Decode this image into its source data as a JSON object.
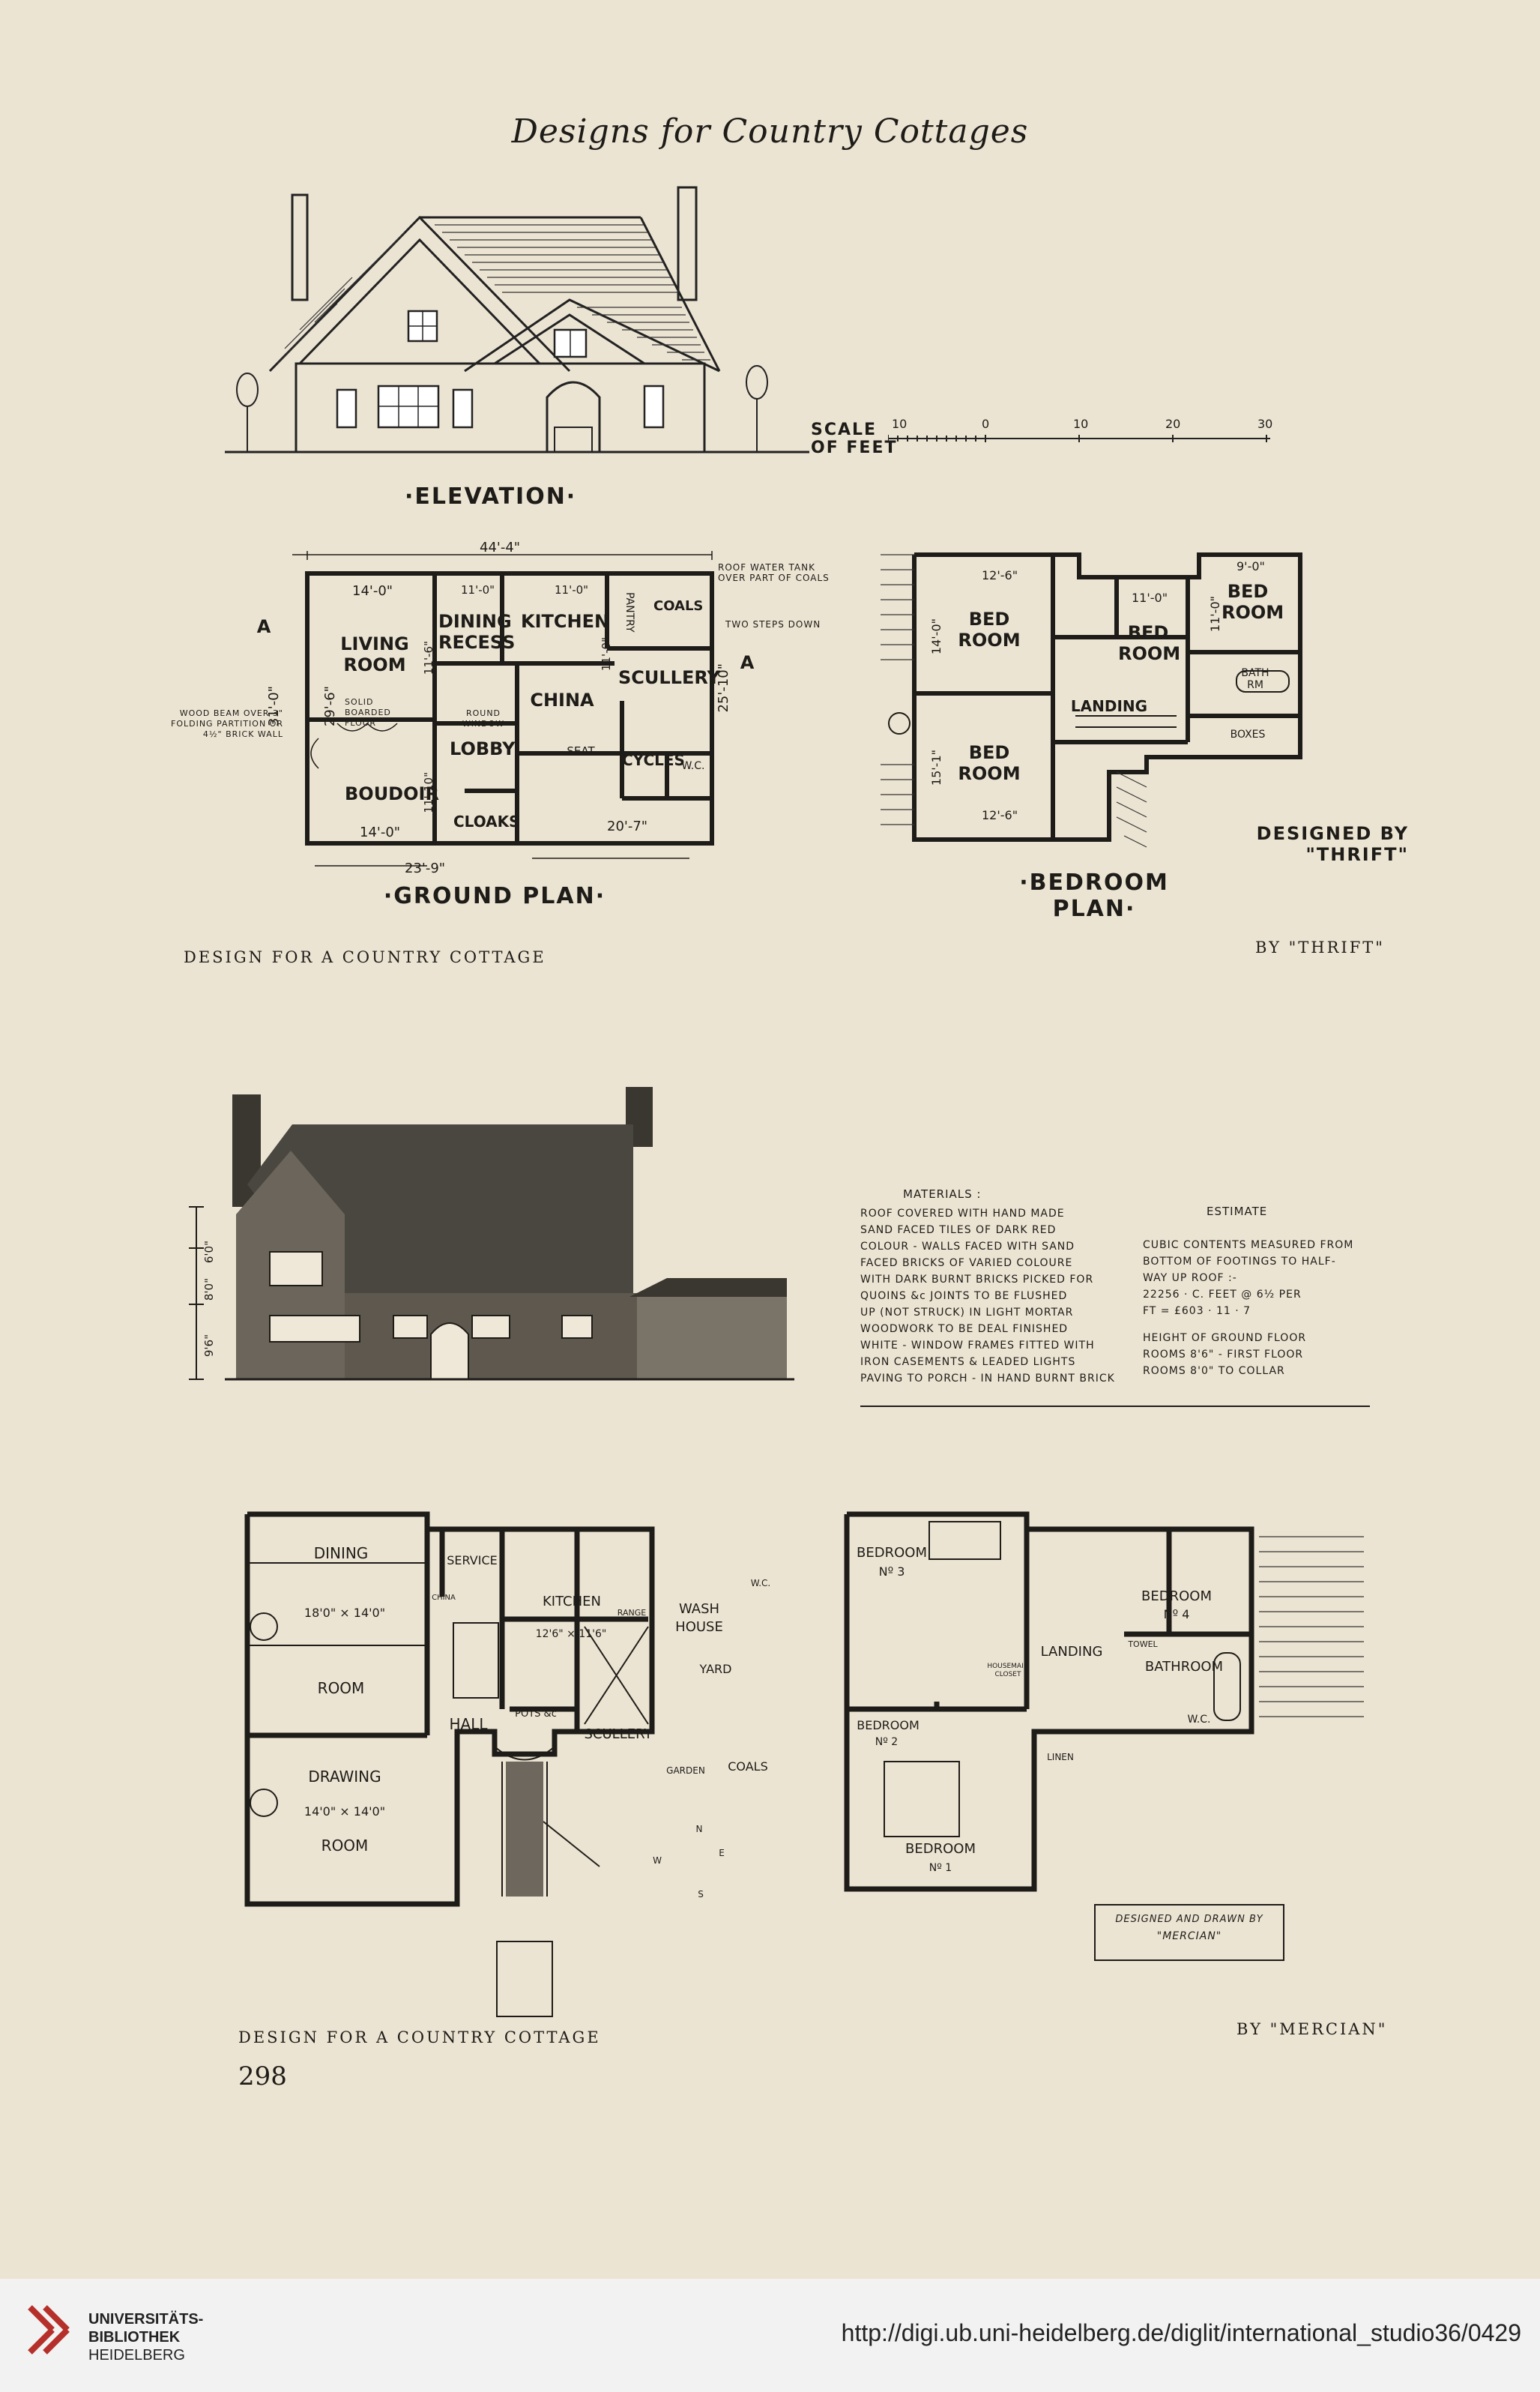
{
  "header": {
    "running_title": "Designs for Country Cottages"
  },
  "plate1": {
    "elevation_label": "·ELEVATION·",
    "scale_label_line1": "SCALE",
    "scale_label_line2": "OF FEET",
    "scale_ticks": [
      "10",
      "0",
      "10",
      "20",
      "30"
    ],
    "ground_plan_label": "·GROUND PLAN·",
    "bedroom_plan_label": "·BEDROOM PLAN·",
    "designed_by": "DESIGNED BY \"THRIFT\"",
    "caption_left": "DESIGN FOR A COUNTRY COTTAGE",
    "caption_right": "BY \"THRIFT\"",
    "ground_rooms": {
      "living_room": "LIVING ROOM",
      "dining_recess": "DINING RECESS",
      "kitchen": "KITCHEN",
      "pantry": "PANTRY",
      "coals": "COALS",
      "scullery": "SCULLERY",
      "china": "CHINA",
      "lobby": "LOBBY",
      "seat": "SEAT",
      "cycles": "CYCLES",
      "wc": "W.C.",
      "boudoir": "BOUDOIR",
      "cloaks": "CLOAKS",
      "solid_floor": "SOLID BOARDED FLOOR",
      "round_window": "ROUND WINDOW"
    },
    "ground_dims": {
      "overall_width": "44'-4\"",
      "living_width": "14'-0\"",
      "dining_width": "11'-0\"",
      "kitchen_width": "11'-0\"",
      "boudoir_width": "14'-0\"",
      "right_width": "20'-7\"",
      "bottom_width": "23'-9\"",
      "depth_left": "31'-0\"",
      "depth_inner": "29'-6\"",
      "depth_right": "25'-10\"",
      "dining_depth": "11'-6\"",
      "kitchen_depth": "11'-0\"",
      "boudoir_depth": "11'-10\""
    },
    "ground_notes": {
      "roof_tank": "ROOF WATER TANK OVER PART OF COALS",
      "two_steps": "TWO STEPS DOWN",
      "wood_beam": "WOOD BEAM OVER 3\" FOLDING PARTITION OR 4½\" BRICK WALL",
      "section_mark": "A"
    },
    "bedroom_rooms": {
      "bed1": "BED ROOM",
      "bed2": "BED ROOM",
      "bed3": "BED ROOM",
      "bed4": "BED ROOM",
      "landing": "LANDING",
      "bath": "BATH RM",
      "boxes": "BOXES"
    },
    "bedroom_dims": {
      "bed1_w": "12'-6\"",
      "bed2_w": "11'-0\"",
      "bed4_w": "9'-0\"",
      "bed3_w": "12'-6\"",
      "bed1_d": "14'-0\"",
      "bed3_d": "15'-1\"",
      "bed4_d": "11'-0\""
    }
  },
  "plate2": {
    "materials_heading": "MATERIALS :",
    "materials_text": [
      "ROOF COVERED WITH HAND MADE",
      "SAND FACED TILES OF DARK RED",
      "COLOUR - WALLS FACED WITH SAND",
      "FACED BRICKS OF VARIED COLOURE",
      "WITH DARK BURNT BRICKS PICKED FOR",
      "QUOINS &c JOINTS TO BE FLUSHED",
      "UP (NOT STRUCK) IN LIGHT MORTAR",
      "WOODWORK TO BE DEAL FINISHED",
      "WHITE - WINDOW FRAMES FITTED WITH",
      "IRON CASEMENTS & LEADED LIGHTS",
      "PAVING TO PORCH - IN HAND BURNT BRICK"
    ],
    "estimate_heading": "ESTIMATE",
    "estimate_text": [
      "CUBIC CONTENTS MEASURED FROM",
      "BOTTOM OF FOOTINGS TO HALF-",
      "WAY UP ROOF :-",
      "22256 · C. FEET @ 6½ PER",
      "FT = £603 · 11 · 7",
      "",
      "HEIGHT OF GROUND FLOOR",
      "ROOMS 8'6\" - FIRST FLOOR",
      "ROOMS 8'0\" TO COLLAR"
    ],
    "elev_dims": [
      "6'0\"",
      "8'0\"",
      "9'6\""
    ],
    "ground_rooms": {
      "dining": "DINING",
      "dining_dim": "18'0\" × 14'0\"",
      "room": "ROOM",
      "service": "SERVICE",
      "china": "CHINA",
      "kitchen": "KITCHEN",
      "kitchen_dim": "12'6\" × 11'6\"",
      "range": "RANGE",
      "wash_house": "WASH HOUSE",
      "wc": "W.C.",
      "yard": "YARD",
      "pots": "POTS &c",
      "scullery": "SCULLERY",
      "hall": "HALL",
      "garden": "GARDEN",
      "coals": "COALS",
      "drawing": "DRAWING",
      "drawing_dim": "14'0\" × 14'0\"",
      "drawing_room": "ROOM"
    },
    "compass": [
      "N",
      "S",
      "E",
      "W"
    ],
    "bedroom_rooms": {
      "bed3": "BEDROOM",
      "bed3_no": "Nº 3",
      "bed4": "BEDROOM",
      "bed4_no": "Nº 4",
      "landing": "LANDING",
      "towel": "TOWEL",
      "bathroom": "BATHROOM",
      "wc": "W.C.",
      "linen": "LINEN",
      "bed2": "BEDROOM",
      "bed2_no": "Nº 2",
      "bed1": "BEDROOM",
      "bed1_no": "Nº 1",
      "housemaid": "HOUSEMAID CLOSET"
    },
    "designed_line1": "DESIGNED AND DRAWN BY",
    "designed_line2": "\"MERCIAN\"",
    "caption_left": "DESIGN FOR A COUNTRY COTTAGE",
    "caption_right": "BY \"MERCIAN\"",
    "page_number": "298"
  },
  "footer": {
    "library_line1": "UNIVERSITÄTS-",
    "library_line2": "BIBLIOTHEK",
    "library_line3": "HEIDELBERG",
    "url": "http://digi.ub.uni-heidelberg.de/diglit/international_studio36/0429"
  }
}
